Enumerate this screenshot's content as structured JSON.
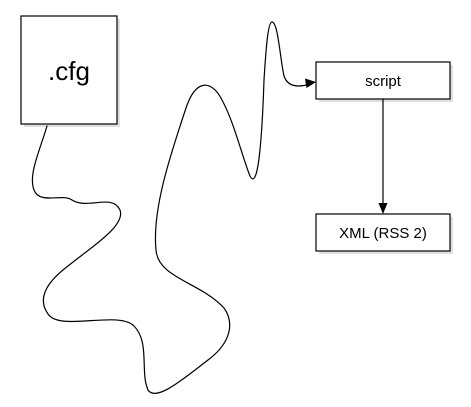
{
  "diagram": {
    "nodes": {
      "cfg": {
        "label": ".cfg"
      },
      "script": {
        "label": "script"
      },
      "xml": {
        "label": "XML (RSS 2)"
      }
    },
    "edges": [
      {
        "from": "cfg",
        "to": "script",
        "style": "wavy-curve",
        "arrow": "end"
      },
      {
        "from": "script",
        "to": "xml",
        "style": "straight",
        "arrow": "end"
      }
    ],
    "colors": {
      "stroke": "#000000",
      "fill": "#ffffff"
    }
  }
}
